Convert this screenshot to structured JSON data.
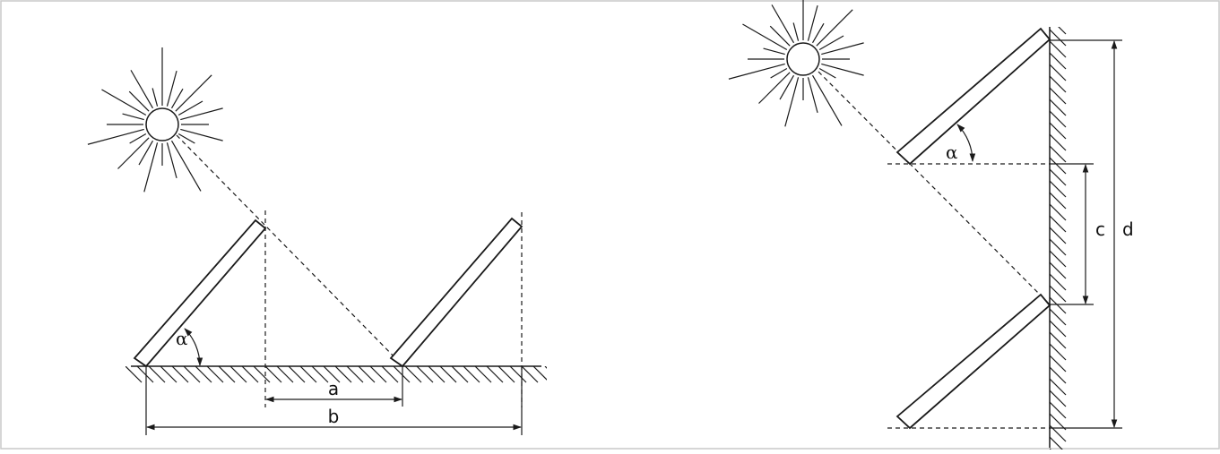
{
  "left_diagram": {
    "angle_label": "α",
    "dimension_a": "a",
    "dimension_b": "b"
  },
  "right_diagram": {
    "angle_label": "α",
    "dimension_c": "c",
    "dimension_d": "d"
  },
  "colors": {
    "stroke": "#1a1a1a",
    "border": "#c8c8c8",
    "background": "#ffffff"
  }
}
